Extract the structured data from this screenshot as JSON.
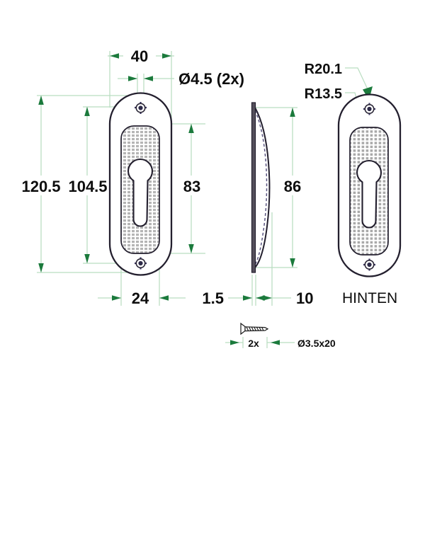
{
  "drawing": {
    "title": "Door escutcheon technical drawing",
    "colors": {
      "dimension_line": "#b9ddc1",
      "arrow": "#1b7a3c",
      "outline": "#231f2e",
      "text": "#0d0d0d",
      "plate_fill": "#55505c"
    },
    "views": {
      "front": {
        "name": "front-view",
        "dimensions": {
          "overall_height": "120.5",
          "hole_spacing_height": "104.5",
          "inner_height": "83",
          "overall_width": "40",
          "inner_width": "24",
          "hole_diameter": "Ø4.5 (2x)"
        }
      },
      "side": {
        "name": "side-view",
        "dimensions": {
          "bulge_height": "86",
          "plate_thickness": "1.5",
          "bulge_depth": "10"
        }
      },
      "rear": {
        "name": "rear-view",
        "label": "HINTEN",
        "dimensions": {
          "outer_radius": "R20.1",
          "inner_radius": "R13.5"
        }
      }
    },
    "fastener": {
      "quantity": "2x",
      "spec": "Ø3.5x20",
      "icon": "screw-icon"
    }
  }
}
